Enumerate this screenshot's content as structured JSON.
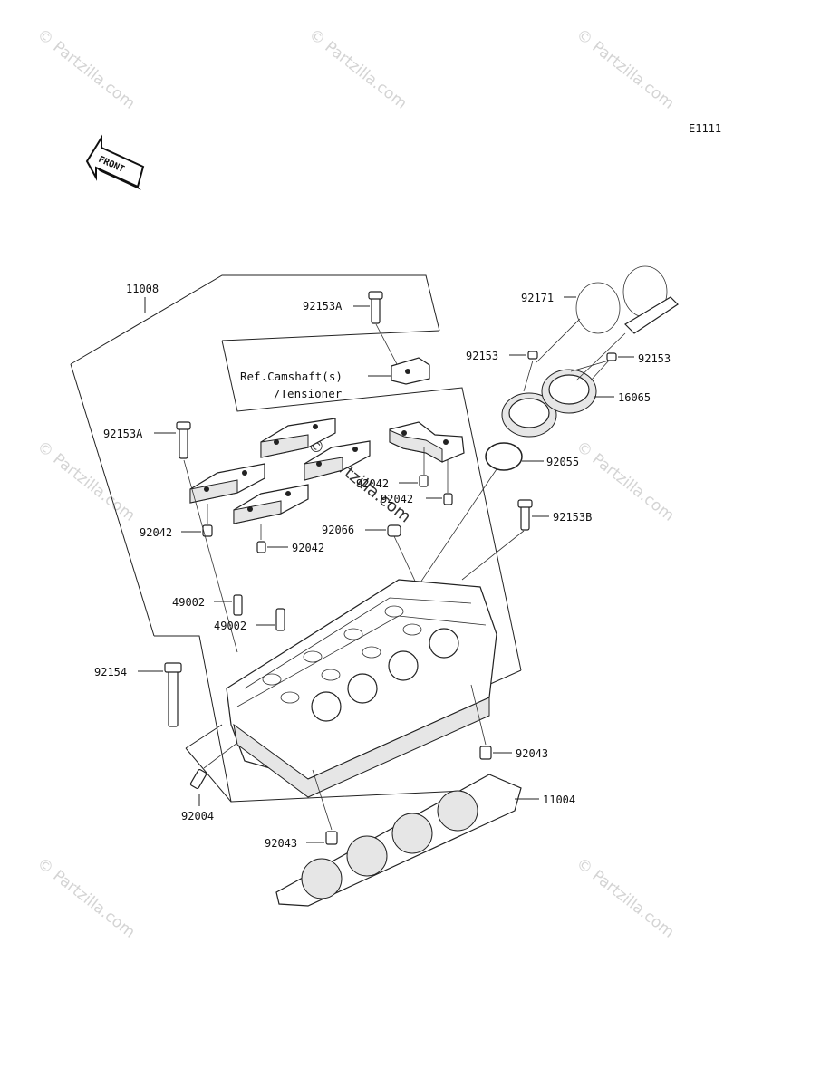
{
  "diagram_code": "E1111",
  "front_label": "FRONT",
  "reference_note": {
    "line1": "Ref.Camshaft(s)",
    "line2": "/Tensioner"
  },
  "watermark": {
    "text": "© Partzilla.com",
    "center_text": "© Partzilla.com"
  },
  "labels": {
    "p11008": "11008",
    "p92153A_top": "92153A",
    "p92171": "92171",
    "p92153_left": "92153",
    "p92153_right": "92153",
    "p16065": "16065",
    "p92055": "92055",
    "p92153A_left": "92153A",
    "p92042_a": "92042",
    "p92042_b": "92042",
    "p92042_c": "92042",
    "p92042_d": "92042",
    "p92066": "92066",
    "p92153B": "92153B",
    "p49002_a": "49002",
    "p49002_b": "49002",
    "p92154": "92154",
    "p92043_a": "92043",
    "p11004": "11004",
    "p92004": "92004",
    "p92043_b": "92043"
  }
}
